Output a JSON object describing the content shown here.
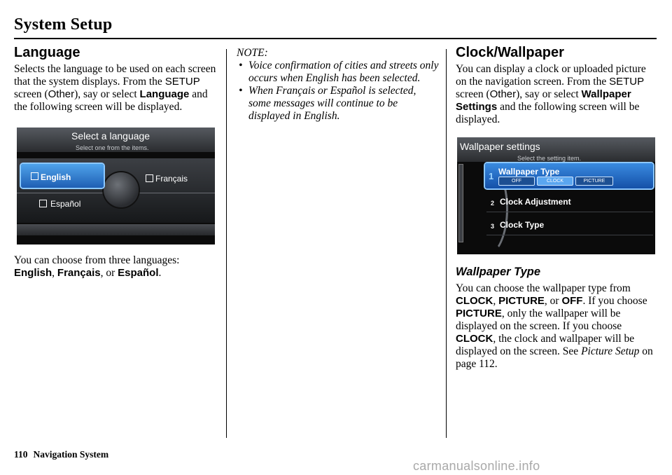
{
  "header": {
    "title": "System Setup"
  },
  "language": {
    "heading": "Language",
    "intro": {
      "t1": "Selects the language to be used on each screen that the system displays. From the ",
      "setup": "SETUP",
      "t2": " screen (",
      "other": "Other",
      "t3": "), say or select ",
      "language": "Language",
      "t4": " and the following screen will be displayed."
    },
    "screen": {
      "title": "Select a language",
      "subtitle": "Select one from the items.",
      "options": [
        "English",
        "Français",
        "Español"
      ],
      "checked": "English"
    },
    "choose": {
      "t1": "You can choose from three languages: ",
      "english": "English",
      "sep1": ", ",
      "francais": "Français",
      "sep2": ", or ",
      "espanol": "Español",
      "end": "."
    }
  },
  "note": {
    "label": "NOTE:",
    "items": [
      "Voice confirmation of cities and streets only occurs when English has been selected.",
      "When Français or Español is selected, some messages will continue to be displayed in English."
    ]
  },
  "clock": {
    "heading": "Clock/Wallpaper",
    "intro": {
      "t1": "You can display a clock or uploaded picture on the navigation screen. From the ",
      "setup": "SETUP",
      "t2": " screen (",
      "other": "Other",
      "t3": "), say or select ",
      "wallpaper_settings": "Wallpaper Settings",
      "t4": " and the following screen will be displayed."
    },
    "screen": {
      "title": "Wallpaper settings",
      "subtitle": "Select the setting item.",
      "items": [
        {
          "num": "1",
          "label": "Wallpaper Type"
        },
        {
          "num": "2",
          "label": "Clock Adjustment"
        },
        {
          "num": "3",
          "label": "Clock Type"
        }
      ],
      "buttons": [
        "OFF",
        "CLOCK",
        "PICTURE"
      ],
      "selected_button": "CLOCK"
    },
    "wallpaper_type": {
      "heading": "Wallpaper Type",
      "t1": "You can choose the wallpaper type from ",
      "clock": "CLOCK",
      "sep1": ", ",
      "picture": "PICTURE",
      "sep2": ", or ",
      "off": "OFF",
      "t2": ". If you choose ",
      "picture2": "PICTURE",
      "t3": ", only the wallpaper will be displayed on the screen. If you choose ",
      "clock2": "CLOCK",
      "t4": ", the clock and wallpaper will be displayed on the screen. See ",
      "link": "Picture Setup",
      "t5": " on page 112."
    }
  },
  "footer": {
    "page_number": "110",
    "book_title": "Navigation System"
  },
  "watermark": "carmanualsonline.info"
}
